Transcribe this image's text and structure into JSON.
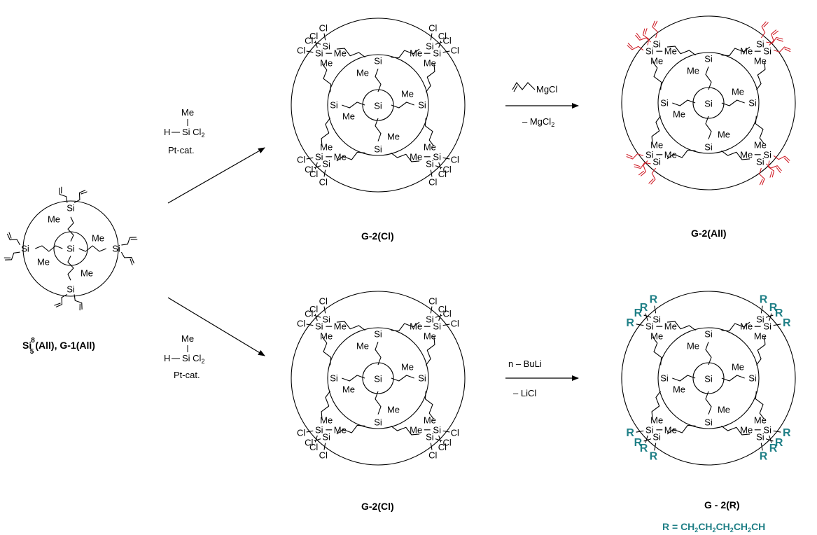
{
  "colors": {
    "ink": "#000000",
    "allyl": "#d0202a",
    "r_group": "#1f7f86"
  },
  "atoms": {
    "si": "Si",
    "me": "Me",
    "cl": "Cl",
    "r": "R"
  },
  "start": {
    "label_prefix": "Si",
    "label_sup": "8",
    "label_sub": "5",
    "label_rest": "(All),   G-1(All)"
  },
  "reagent_si": {
    "me": "Me",
    "h": "H",
    "si_cl2_prefix": "Si Cl",
    "si_cl2_sub": "2",
    "catalyst": "Pt-cat."
  },
  "step_grignard": {
    "reagent": "MgCl",
    "byproduct_prefix": "– MgCl",
    "byproduct_sub": "2"
  },
  "step_butyl": {
    "reagent": "n – BuLi",
    "byproduct": "– LiCl"
  },
  "products": {
    "top_mid": "G-2(Cl)",
    "top_right": "G-2(All)",
    "bot_mid": "G-2(Cl)",
    "bot_right": "G - 2(R)"
  },
  "r_definition": {
    "prefix": "R = CH",
    "parts": [
      "2",
      "CH",
      "2",
      "CH",
      "2",
      "CH",
      "2",
      "CH"
    ]
  }
}
